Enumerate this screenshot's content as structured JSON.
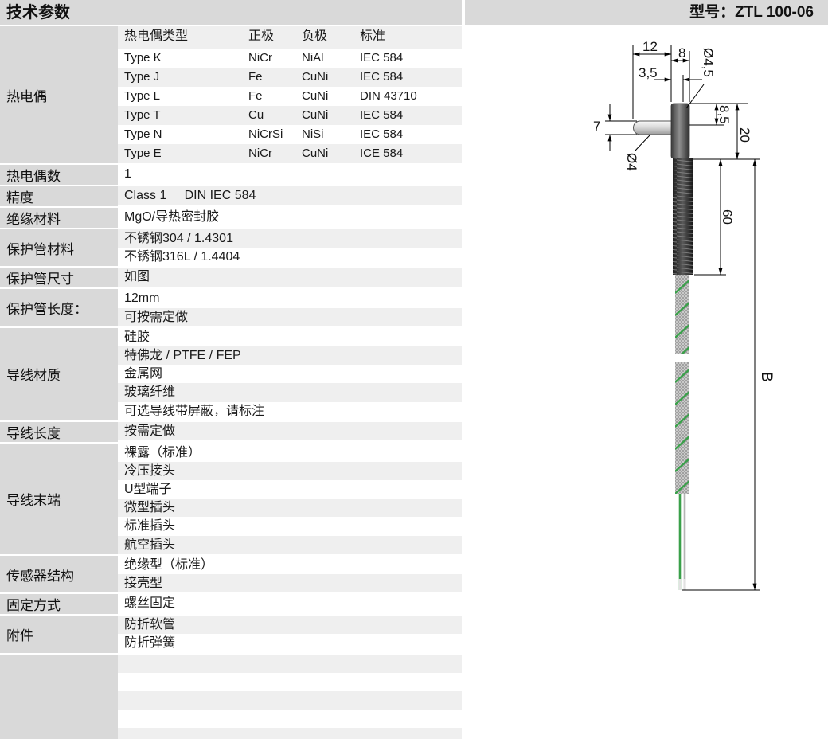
{
  "header": {
    "title": "技术参数",
    "model": "型号：ZTL 100-06"
  },
  "thermocouple": {
    "label": "热电偶",
    "columns": [
      "热电偶类型",
      "正极",
      "负极",
      "标准"
    ],
    "rows": [
      [
        "Type K",
        "NiCr",
        "NiAl",
        "IEC 584"
      ],
      [
        "Type J",
        "Fe",
        "CuNi",
        "IEC 584"
      ],
      [
        "Type L",
        "Fe",
        "CuNi",
        "DIN 43710"
      ],
      [
        "Type T",
        "Cu",
        "CuNi",
        "IEC 584"
      ],
      [
        "Type N",
        "NiCrSi",
        "NiSi",
        "IEC 584"
      ],
      [
        "Type E",
        "NiCr",
        "CuNi",
        "ICE 584"
      ]
    ]
  },
  "specs": [
    {
      "label": "热电偶数",
      "values": [
        "1"
      ]
    },
    {
      "label": "精度",
      "values": [
        "Class 1     DIN IEC 584"
      ]
    },
    {
      "label": "绝缘材料",
      "values": [
        "MgO/导热密封胶"
      ]
    },
    {
      "label": "保护管材料",
      "values": [
        "不锈钢304 / 1.4301",
        "不锈钢316L / 1.4404"
      ]
    },
    {
      "label": "保护管尺寸",
      "values": [
        "如图"
      ]
    },
    {
      "label": "保护管长度：",
      "values": [
        "12mm",
        "可按需定做"
      ]
    },
    {
      "label": "导线材质",
      "values": [
        "硅胶",
        "特佛龙 / PTFE / FEP",
        "金属网",
        "玻璃纤维",
        "可选导线带屏蔽，请标注"
      ]
    },
    {
      "label": "导线长度",
      "values": [
        "按需定做"
      ]
    },
    {
      "label": "导线末端",
      "values": [
        "裸露（标准）",
        "冷压接头",
        "U型端子",
        "微型插头",
        "标准插头",
        "航空插头"
      ]
    },
    {
      "label": "传感器结构",
      "values": [
        "绝缘型（标准）",
        "接壳型"
      ]
    },
    {
      "label": "固定方式",
      "values": [
        "螺丝固定"
      ]
    },
    {
      "label": "附件",
      "values": [
        "防折软管",
        "防折弹簧"
      ]
    }
  ],
  "drawing": {
    "dim_12": "12",
    "dim_8": "8",
    "dim_3_5": "3,5",
    "dim_dia_4_5": "Ø4,5",
    "dim_8_5": "8,5",
    "dim_20": "20",
    "dim_7": "7",
    "dim_dia_4": "Ø4",
    "dim_60": "60",
    "dim_b": "B"
  },
  "colors": {
    "label_bg": "#d9d9d9",
    "stripe": "#efefef",
    "bar_bg": "#d9d9d9",
    "wire_green": "#3aa04a"
  }
}
